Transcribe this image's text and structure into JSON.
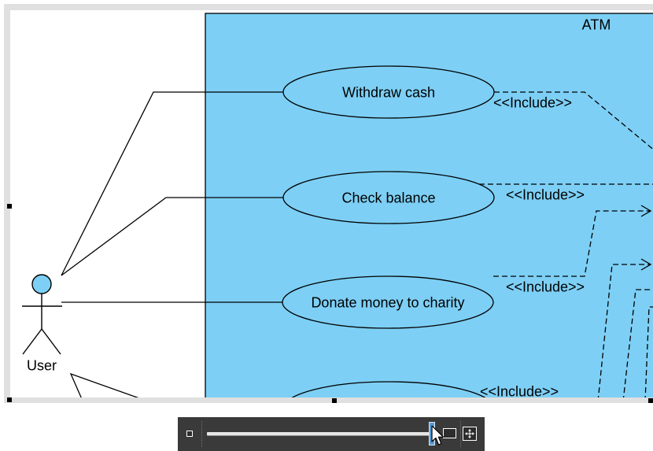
{
  "diagram": {
    "colors": {
      "fill": "#7dcff5",
      "frame": "#e0e0e0"
    },
    "system": {
      "label": "ATM"
    },
    "actor": {
      "label": "User"
    },
    "use_cases": [
      {
        "label": "Withdraw cash"
      },
      {
        "label": "Check balance"
      },
      {
        "label": "Donate money to charity"
      }
    ],
    "include_labels": [
      "<<Include>>",
      "<<Include>>",
      "<<Include>>",
      "<<Include>>"
    ]
  },
  "zoom_toolbar": {
    "level_fraction": 0.99,
    "accent": "#5b9bd5",
    "icons": {
      "zoom_min": "zoom-min-icon",
      "zoom_max": "zoom-max-icon",
      "pan": "pan-icon"
    }
  }
}
